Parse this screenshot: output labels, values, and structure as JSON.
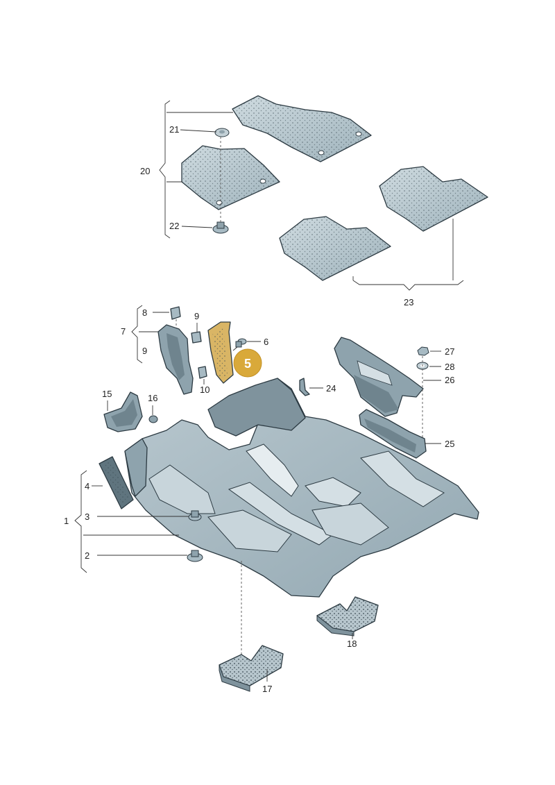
{
  "callouts": {
    "c1": "1",
    "c2": "2",
    "c3": "3",
    "c4": "4",
    "c6": "6",
    "c7": "7",
    "c8": "8",
    "c9a": "9",
    "c9b": "9",
    "c10": "10",
    "c15": "15",
    "c16": "16",
    "c17": "17",
    "c18": "18",
    "c20": "20",
    "c21": "21",
    "c22": "22",
    "c23": "23",
    "c24": "24",
    "c25": "25",
    "c26": "26",
    "c27": "27",
    "c28": "28"
  },
  "highlight": {
    "label": "5",
    "color": "#d9a93a"
  },
  "colors": {
    "part_fill": "#a7bac3",
    "outline": "#2c3a42",
    "highlight": "#d9a93a"
  }
}
